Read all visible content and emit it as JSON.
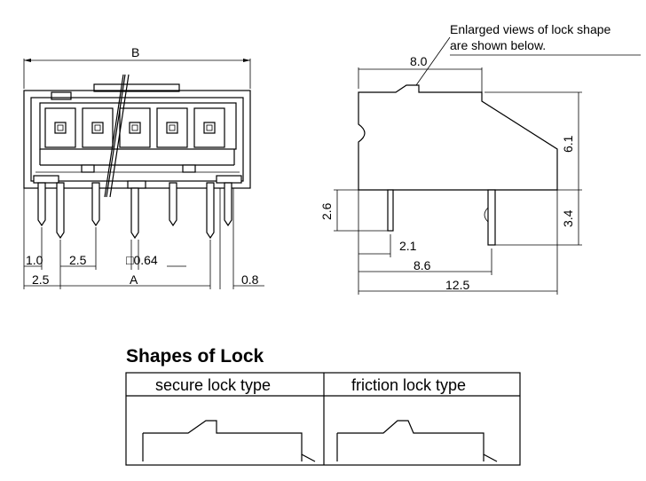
{
  "note": {
    "line1": "Enlarged views of lock shape",
    "line2": "are shown below."
  },
  "front_view": {
    "dim_B": "B",
    "dim_A": "A",
    "dim_1_0": "1.0",
    "dim_2_5_pitch": "2.5",
    "dim_pin": "□0.64",
    "dim_2_5_left": "2.5",
    "dim_0_8": "0.8"
  },
  "side_view": {
    "dim_8_0": "8.0",
    "dim_6_1": "6.1",
    "dim_3_4": "3.4",
    "dim_2_6": "2.6",
    "dim_2_1": "2.1",
    "dim_8_6": "8.6",
    "dim_12_5": "12.5"
  },
  "locks": {
    "title": "Shapes of Lock",
    "secure_label": "secure lock type",
    "friction_label": "friction lock type"
  }
}
